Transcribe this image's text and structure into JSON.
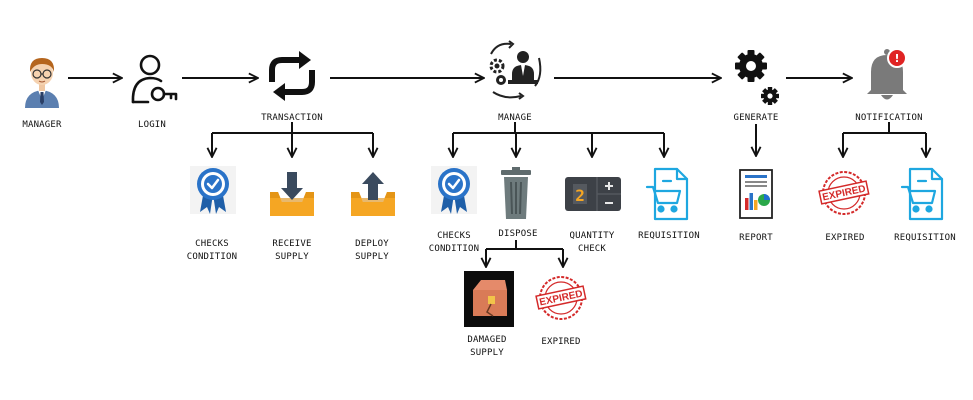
{
  "labels": {
    "manager": "MANAGER",
    "login": "LOGIN",
    "transaction": "TRANSACTION",
    "manage": "MANAGE",
    "generate": "GENERATE",
    "notification": "NOTIFICATION",
    "checks_condition_1": [
      "CHECKS",
      "CONDITION"
    ],
    "receive_supply": [
      "RECEIVE",
      "SUPPLY"
    ],
    "deploy_supply": [
      "DEPLOY",
      "SUPPLY"
    ],
    "checks_condition_2": [
      "CHECKS",
      "CONDITION"
    ],
    "dispose": "DISPOSE",
    "quantity_check": [
      "QUANTITY",
      "CHECK"
    ],
    "requisition_1": "REQUISITION",
    "damaged_supply": [
      "DAMAGED",
      "SUPPLY"
    ],
    "expired_1": "EXPIRED",
    "report": "REPORT",
    "expired_2": "EXPIRED",
    "requisition_2": "REQUISITION"
  },
  "icons": {
    "manager": "manager-avatar-icon",
    "login": "user-key-icon",
    "transaction": "sync-arrows-icon",
    "manage": "manage-user-gears-icon",
    "generate": "gears-icon",
    "notification": "bell-icon",
    "checks_condition": "award-badge-icon",
    "receive_supply": "inbox-down-icon",
    "deploy_supply": "inbox-up-icon",
    "dispose": "trash-bin-icon",
    "quantity_check": "counter-icon",
    "requisition": "cart-document-icon",
    "damaged_supply": "damaged-box-icon",
    "expired": "expired-stamp-icon",
    "report": "report-chart-icon"
  },
  "badges": {
    "notification_count": "!"
  },
  "stamp_text": "EXPIRED",
  "counter_digit": "2",
  "colors": {
    "line": "#111111",
    "badge_blue": "#2a73c8",
    "stamp_red": "#d42a2a",
    "box_orange": "#f5a623",
    "cart_blue": "#1ea7e0",
    "bell_gray": "#7a7a7a",
    "bell_badge": "#e02424"
  }
}
